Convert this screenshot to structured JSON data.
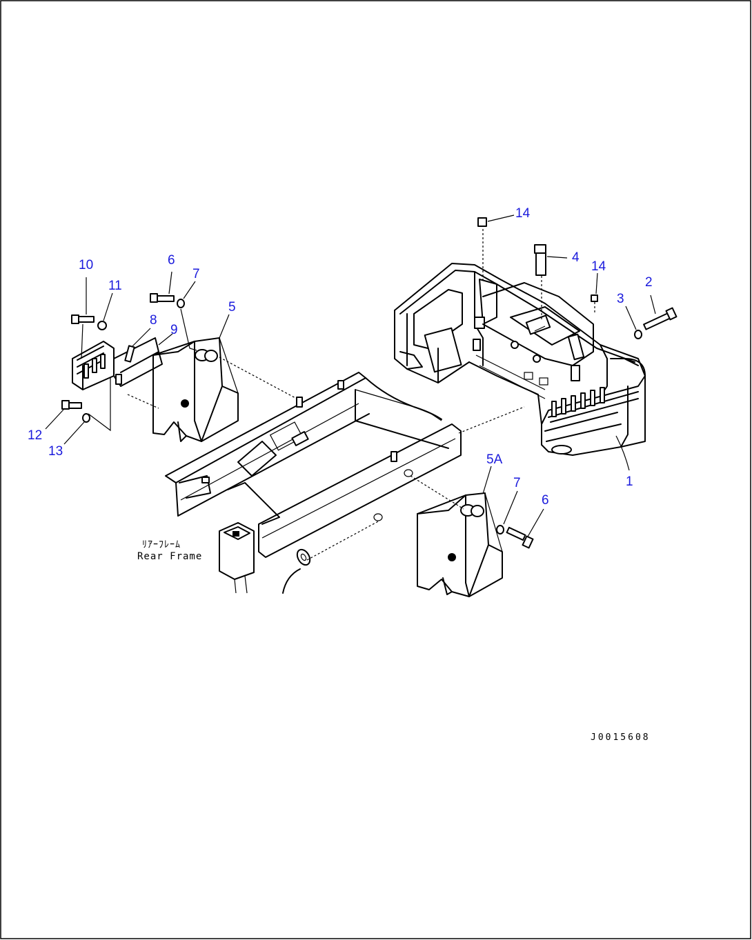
{
  "callouts": [
    {
      "id": "c10",
      "label": "10"
    },
    {
      "id": "c11",
      "label": "11"
    },
    {
      "id": "c6a",
      "label": "6"
    },
    {
      "id": "c7a",
      "label": "7"
    },
    {
      "id": "c8",
      "label": "8"
    },
    {
      "id": "c9",
      "label": "9"
    },
    {
      "id": "c5",
      "label": "5"
    },
    {
      "id": "c12",
      "label": "12"
    },
    {
      "id": "c13",
      "label": "13"
    },
    {
      "id": "c14a",
      "label": "14"
    },
    {
      "id": "c4",
      "label": "4"
    },
    {
      "id": "c14b",
      "label": "14"
    },
    {
      "id": "c3",
      "label": "3"
    },
    {
      "id": "c2",
      "label": "2"
    },
    {
      "id": "c1",
      "label": "1"
    },
    {
      "id": "c5A",
      "label": "5A"
    },
    {
      "id": "c7b",
      "label": "7"
    },
    {
      "id": "c6b",
      "label": "6"
    }
  ],
  "frame_label": {
    "jp": "ﾘｱｰﾌﾚｰﾑ",
    "en": "Rear Frame"
  },
  "drawing_code": "J0015608"
}
